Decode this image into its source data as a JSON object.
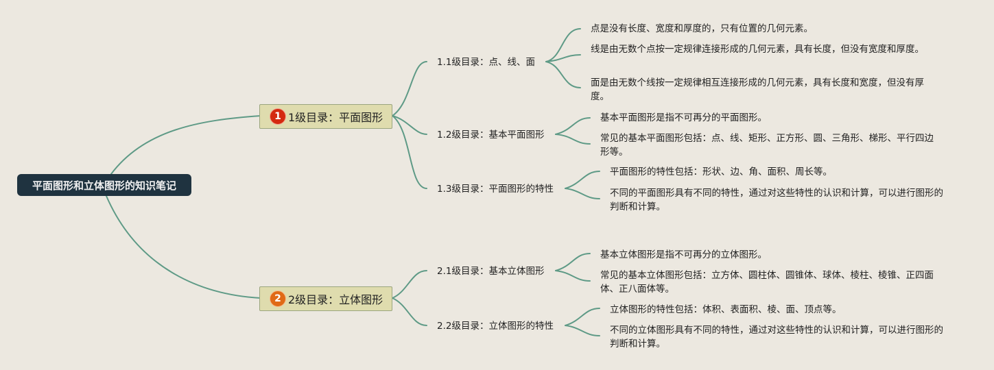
{
  "root": "平面图形和立体图形的知识笔记",
  "branches": [
    {
      "badge": "1",
      "label": "1级目录：平面图形",
      "subs": [
        {
          "label": "1.1级目录：点、线、面",
          "leaves": [
            "点是没有长度、宽度和厚度的，只有位置的几何元素。",
            "线是由无数个点按一定规律连接形成的几何元素，具有长度，但没有宽度和厚度。",
            "面是由无数个线按一定规律相互连接形成的几何元素，具有长度和宽度，但没有厚度。"
          ]
        },
        {
          "label": "1.2级目录：基本平面图形",
          "leaves": [
            "基本平面图形是指不可再分的平面图形。",
            "常见的基本平面图形包括：点、线、矩形、正方形、圆、三角形、梯形、平行四边形等。"
          ]
        },
        {
          "label": "1.3级目录：平面图形的特性",
          "leaves": [
            "平面图形的特性包括：形状、边、角、面积、周长等。",
            "不同的平面图形具有不同的特性，通过对这些特性的认识和计算，可以进行图形的判断和计算。"
          ]
        }
      ]
    },
    {
      "badge": "2",
      "label": "2级目录：立体图形",
      "subs": [
        {
          "label": "2.1级目录：基本立体图形",
          "leaves": [
            "基本立体图形是指不可再分的立体图形。",
            "常见的基本立体图形包括：立方体、圆柱体、圆锥体、球体、棱柱、棱锥、正四面体、正八面体等。"
          ]
        },
        {
          "label": "2.2级目录：立体图形的特性",
          "leaves": [
            "立体图形的特性包括：体积、表面积、棱、面、顶点等。",
            "不同的立体图形具有不同的特性，通过对这些特性的认识和计算，可以进行图形的判断和计算。"
          ]
        }
      ]
    }
  ],
  "colors": {
    "line": "#5e9a86",
    "root_bg": "#1f3340",
    "branch_bg": "#dfdcae"
  }
}
